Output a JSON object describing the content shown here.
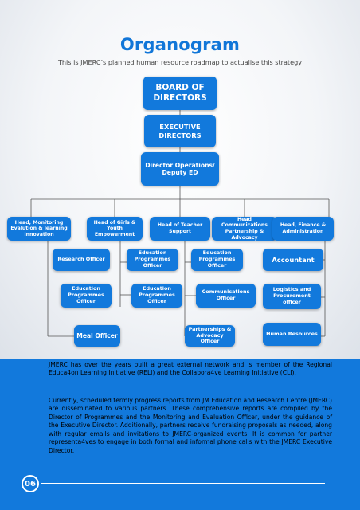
{
  "header": {
    "title": "Organogram",
    "subtitle": "This is JMERC’s planned human resource roadmap to actualise this strategy"
  },
  "chart": {
    "board": "BOARD OF DIRECTORS",
    "executive": "EXECUTIVE DIRECTORS",
    "director_ops": "Director Operations/ Deputy ED",
    "heads": [
      "Head, Monitoring Evalution & learning Innovation",
      "Head of Girls & Youth Empowerment",
      "Head of Teacher Support",
      "Head Communications Partnership & Advocacy",
      "Head, Finance & Administration"
    ],
    "row2": [
      "Research Officer",
      "Education Programmes Officer",
      "Education Programmes Officer",
      "Accountant"
    ],
    "row3": [
      "Education Programmes Officer",
      "Education Programmes Officer",
      "Communications Officer",
      "Logistics and Procurement officer"
    ],
    "row4": [
      "Meal Officer",
      "Partnerships & Advocacy Officer",
      "Human Resources"
    ]
  },
  "body": {
    "paragraph1": "JMERC has over the years built a great external network and is member of the Regional Educa4on Learning Initiative (RELI) and the Collabora4ve Learning Initiative (CLI).",
    "paragraph2": "Currently, scheduled termly progress reports from JM Education and Research Centre (JMERC) are disseminated to various partners. These comprehensive reports are compiled by the Director of Programmes and the Monitoring and Evaluation Officer, under the guidance of the Executive Director. Additionally, partners receive fundraising proposals as needed, along with regular emails and invitations to JMERC-organized events. It is common for partner representa4ves to engage in both formal and informal phone calls with the JMERC Executive Director."
  },
  "footer": {
    "page_number": "06"
  },
  "colors": {
    "accent": "#1279dc",
    "title": "#1176d8",
    "lines": "#555555"
  }
}
